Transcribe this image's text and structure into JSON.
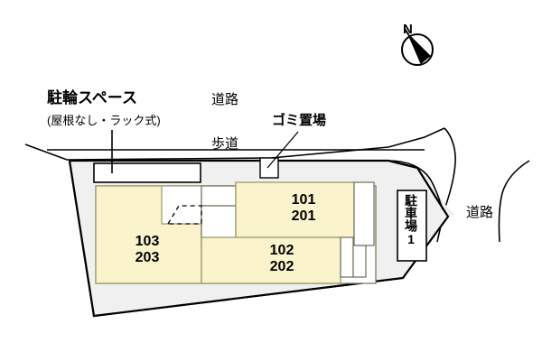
{
  "document": {
    "type": "property-site-plan",
    "language": "ja"
  },
  "colors": {
    "building_fill": "#faf3cc",
    "building_stroke": "#9a9a6a",
    "ground_fill": "#f0f0f0",
    "outline": "#000000",
    "white": "#ffffff"
  },
  "compass": {
    "north_label": "N"
  },
  "annotations": {
    "bicycle_parking_title": "駐輪スペース",
    "bicycle_parking_note": "(屋根なし・ラック式)",
    "road_top": "道路",
    "sidewalk": "歩道",
    "garbage_area": "ゴミ置場",
    "road_right": "道路"
  },
  "parking": {
    "label": "駐車場1"
  },
  "units": [
    {
      "name": "unit-101-201",
      "floor1": "101",
      "floor2": "201"
    },
    {
      "name": "unit-102-202",
      "floor1": "102",
      "floor2": "202"
    },
    {
      "name": "unit-103-203",
      "floor1": "103",
      "floor2": "203"
    }
  ]
}
